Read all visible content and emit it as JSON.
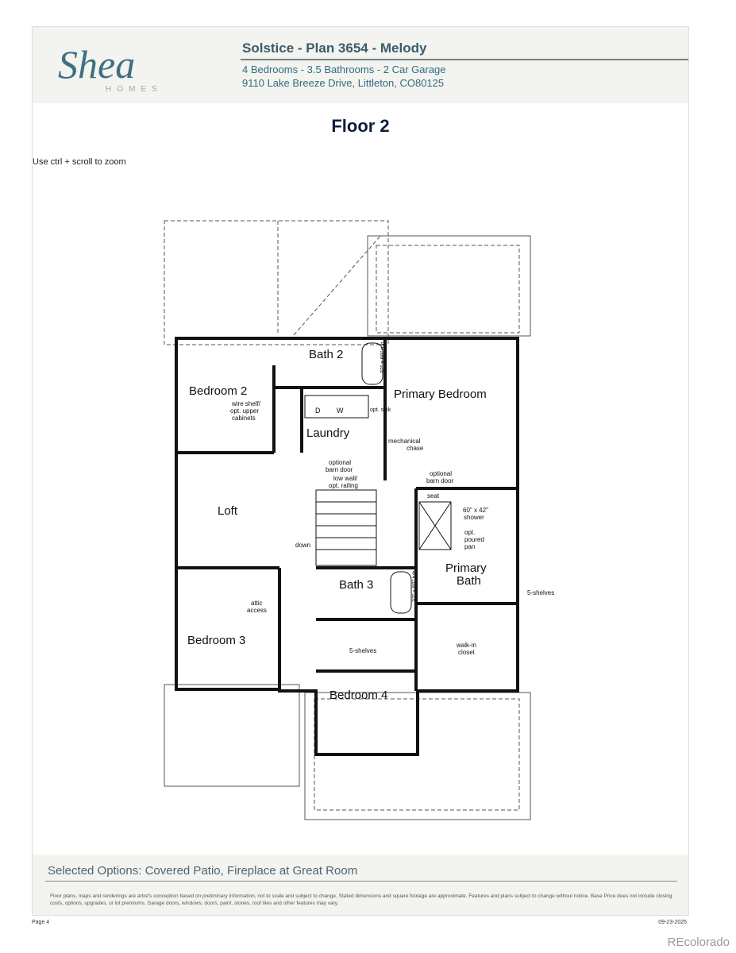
{
  "header": {
    "logo_text": "Shea",
    "logo_sub": "HOMES",
    "title": "Solstice - Plan 3654 - Melody",
    "specs": "4 Bedrooms - 3.5 Bathrooms - 2 Car Garage",
    "address": "9110 Lake Breeze Drive, Littleton, CO80125"
  },
  "floor_title": "Floor 2",
  "zoom_hint": "Use ctrl + scroll to zoom",
  "plan": {
    "bath2": "Bath 2",
    "tub1": "32\" x 60\" tub",
    "bedroom2": "Bedroom 2",
    "primary_bedroom": "Primary Bedroom",
    "wire_shelf": "wire shelf/",
    "opt_upper": "opt. upper",
    "cabinets": "cabinets",
    "dryer": "D",
    "washer": "W",
    "opt_sink": "opt. sink",
    "laundry": "Laundry",
    "mech1": "mechanical",
    "mech2": "chase",
    "barn1a": "optional",
    "barn1b": "barn door",
    "lowwall1": "low wall/",
    "lowwall2": "opt. railing",
    "barn2a": "optional",
    "barn2b": "barn door",
    "seat": "seat",
    "loft": "Loft",
    "shower1": "60\" x 42\"",
    "shower2": "shower",
    "pan1": "opt.",
    "pan2": "poured",
    "pan3": "pan",
    "down": "down",
    "primary_bath1": "Primary",
    "primary_bath2": "Bath",
    "shelves1": "5-shelves",
    "bath3": "Bath 3",
    "tub2": "32\" x 60\" tub",
    "attic1": "attic",
    "attic2": "access",
    "bedroom3": "Bedroom 3",
    "closet1": "walk-in",
    "closet2": "closet",
    "shelves2": "5-shelves",
    "bedroom4": "Bedroom 4"
  },
  "footer": {
    "selected_options": "Selected Options: Covered Patio, Fireplace at Great Room",
    "disclaimer": "Floor plans, maps and renderings are artist's conception based on preliminary information, not to scale and subject to change. Stated dimensions and square footage are approximate. Features and plans subject to change without notice. Base Price does not include closing costs, options, upgrades, or lot premiums. Garage doors, windows, doors, paint, stones, roof tiles and other features may vary.",
    "page": "Page 4",
    "date": "09-23-2025"
  },
  "watermark": "REcolorado"
}
